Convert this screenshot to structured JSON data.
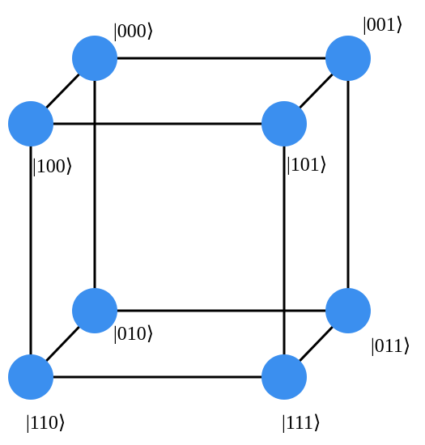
{
  "diagram": {
    "colors": {
      "node": "#3b8fef",
      "edge": "#000000",
      "background": "#ffffff"
    },
    "nodes": [
      {
        "id": "000",
        "label": "|000⟩"
      },
      {
        "id": "001",
        "label": "|001⟩"
      },
      {
        "id": "100",
        "label": "|100⟩"
      },
      {
        "id": "101",
        "label": "|101⟩"
      },
      {
        "id": "010",
        "label": "|010⟩"
      },
      {
        "id": "011",
        "label": "|011⟩"
      },
      {
        "id": "110",
        "label": "|110⟩"
      },
      {
        "id": "111",
        "label": "|111⟩"
      }
    ],
    "edges": [
      [
        "000",
        "001"
      ],
      [
        "100",
        "101"
      ],
      [
        "010",
        "011"
      ],
      [
        "110",
        "111"
      ],
      [
        "000",
        "100"
      ],
      [
        "001",
        "101"
      ],
      [
        "010",
        "110"
      ],
      [
        "011",
        "111"
      ],
      [
        "000",
        "010"
      ],
      [
        "001",
        "011"
      ],
      [
        "100",
        "110"
      ],
      [
        "101",
        "111"
      ]
    ]
  }
}
